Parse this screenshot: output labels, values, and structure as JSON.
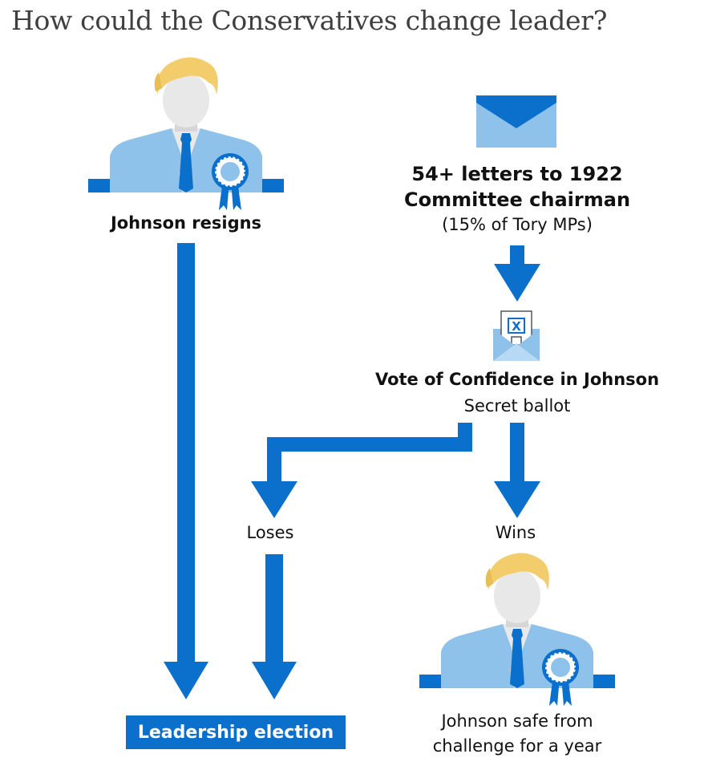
{
  "title": "How could the Conservatives change leader?",
  "colors": {
    "arrow_blue": "#0b6fcc",
    "light_blue": "#8ec2ea",
    "hair": "#f3cd6c",
    "face": "#e8e8e8",
    "tie": "#0b6fcc"
  },
  "nodes": {
    "resigns": "Johnson resigns",
    "letters_line1": "54+ letters to 1922",
    "letters_line2": "Committee chairman",
    "letters_sub": "(15% of Tory MPs)",
    "vote": "Vote of Confidence in Johnson",
    "vote_sub": "Secret ballot",
    "loses": "Loses",
    "wins": "Wins",
    "election": "Leadership election",
    "safe_line1": "Johnson safe from",
    "safe_line2": "challenge for a year"
  },
  "icons": {
    "person": "person-icon",
    "rosette": "rosette-icon",
    "envelope": "envelope-icon",
    "ballot": "ballot-envelope-icon",
    "ballot_mark": "X"
  }
}
